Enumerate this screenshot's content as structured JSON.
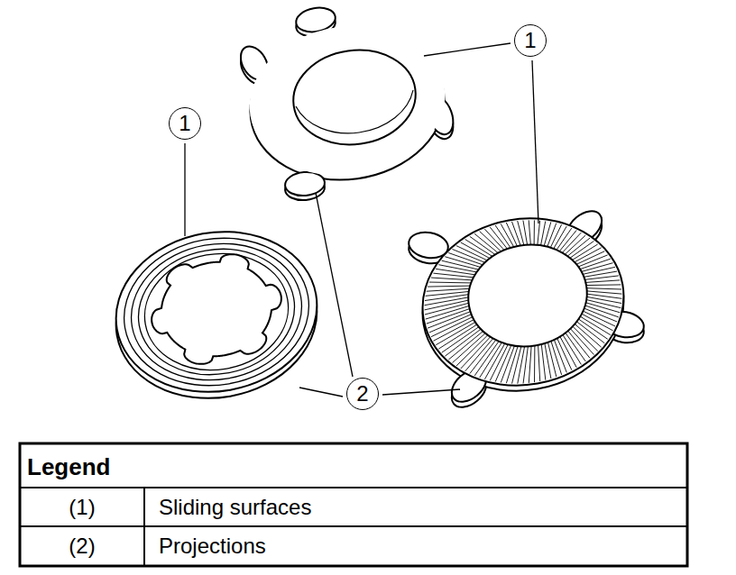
{
  "diagram": {
    "labels": [
      "1",
      "1",
      "2",
      "Legend",
      "(1)",
      "Sliding surfaces",
      "(2)",
      "Projections"
    ]
  }
}
